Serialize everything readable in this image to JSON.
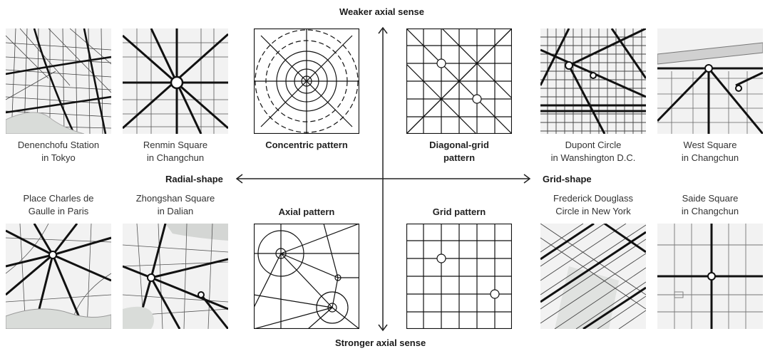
{
  "axes": {
    "top": "Weaker axial sense",
    "bottom": "Stronger axial sense",
    "left": "Radial-shape",
    "right": "Grid-shape"
  },
  "top_row": {
    "denenchofu": {
      "line1": "Denenchofu Station",
      "line2": "in Tokyo"
    },
    "renmin": {
      "line1": "Renmin Square",
      "line2": "in Changchun"
    },
    "concentric": {
      "line1": "Concentric pattern",
      "line2": ""
    },
    "diagonal": {
      "line1": "Diagonal-grid",
      "line2": "pattern"
    },
    "dupont": {
      "line1": "Dupont Circle",
      "line2": "in Wanshington D.C."
    },
    "west": {
      "line1": "West Square",
      "line2": "in Changchun"
    }
  },
  "bottom_row": {
    "charles": {
      "line1": "Place Charles de",
      "line2": "Gaulle in Paris"
    },
    "zhongshan": {
      "line1": "Zhongshan Square",
      "line2": "in Dalian"
    },
    "axial": {
      "line1": "Axial pattern",
      "line2": ""
    },
    "grid": {
      "line1": "Grid pattern",
      "line2": ""
    },
    "frederick": {
      "line1": "Frederick Douglass",
      "line2": "Circle in New York"
    },
    "saide": {
      "line1": "Saide Square",
      "line2": "in Changchun"
    }
  }
}
